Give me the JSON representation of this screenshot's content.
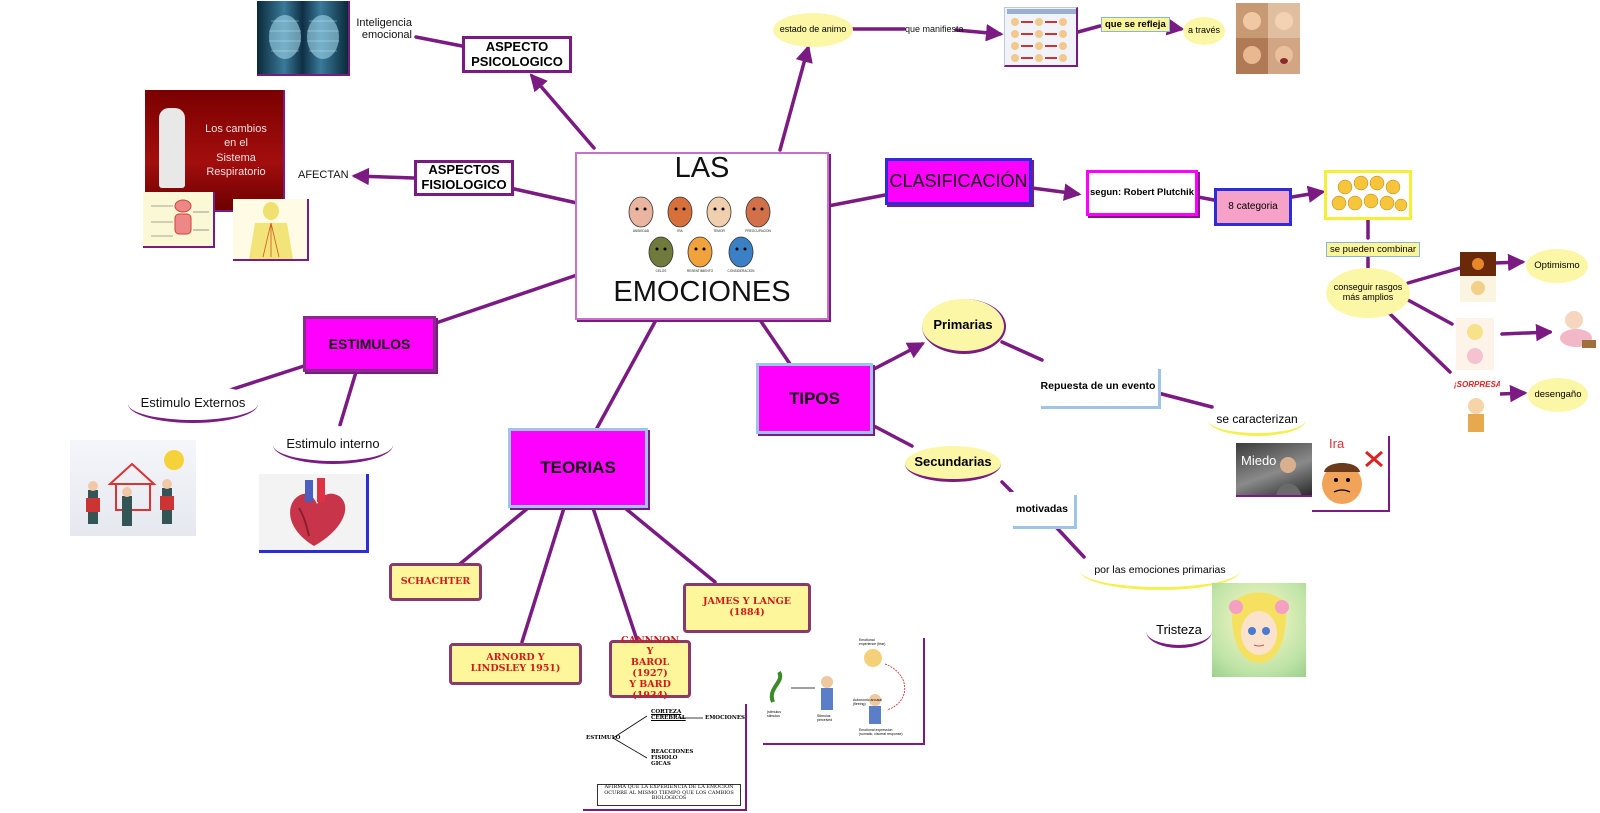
{
  "central": {
    "title_top": "LAS",
    "title_bottom": "EMOCIONES",
    "mask_labels": [
      "ANSIEDAD",
      "IRA",
      "TEMOR",
      "PREOCUPACION",
      "CELOS",
      "RESENTIMIENTO",
      "CONSIDERACION"
    ]
  },
  "nodes": {
    "aspecto_psicologico": "ASPECTO\nPSICOLOGICO",
    "aspectos_fisiologico": "ASPECTOS\nFISIOLOGICO",
    "estimulos": "ESTIMULOS",
    "teorias": "TEORIAS",
    "tipos": "TIPOS",
    "clasificacion": "CLASIFICACIÓN"
  },
  "labels": {
    "inteligencia_emocional": "Inteligencia\nemocional",
    "afectan": "AFECTAN",
    "estimulo_externos": "Estimulo Externos",
    "estimulo_interno": "Estimulo interno",
    "estado_de_animo": "estado de animo",
    "que_manifiesta": "que manifiesta",
    "que_se_refleja": "que se refleja",
    "a_traves": "a través",
    "segun_plutchik": "segun: Robert Plutchik",
    "ocho_categoria": "8 categoria",
    "se_pueden_combinar": "se pueden combinar",
    "conseguir_rasgos": "conseguir rasgos\nmás amplios",
    "optimismo": "Optimismo",
    "desengano": "desengaño",
    "primarias": "Primarias",
    "secundarias": "Secundarias",
    "repuesta_evento": "Repuesta de un evento",
    "se_caracterizan": "se caracterizan",
    "motivadas": "motivadas",
    "por_emociones_primarias": "por las emociones primarias",
    "tristeza": "Tristeza",
    "miedo": "Miedo",
    "ira": "Ira",
    "sorpresa": "¡SORPRESA!"
  },
  "theories": {
    "schachter": "SCHACHTER",
    "arnord": "ARNORD Y\nLINDSLEY 1951)",
    "cannon": "CANNNON\nY\nBAROL (1927)\nY BARD (1934)",
    "james_lange": "JAMES Y LANGE (1884)"
  },
  "images": {
    "respiratorio_text": "Los cambios\nen el\nSistema\nRespiratorio",
    "diagram_estimulo": "ESTIMULO",
    "diagram_corteza": "CORTEZA\nCEREBRAL",
    "diagram_emociones": "EMOCIONES",
    "diagram_reacciones": "REACCIONES\nFISIOLO\nGICAS",
    "diagram_caption": "AFIRMA QUE LA EXPERIENCIA DE LA EMOCION\nOCURRE AL MISMO TIEMPO QUE LOS CAMBIOS\nBIOLOGICOS",
    "jl_emotional_experience": "Emotional\nexperience (fear)",
    "jl_stimulus": "(stimulus\nstimulus",
    "jl_perceived": "Stimulus\nperceived",
    "jl_arousal": "Autonomic arousal\n(fleeing)",
    "jl_expression": "Emotional expression\n(somatic, visceral response)"
  },
  "colors": {
    "edge": "#7a1a82",
    "magenta": "#ff00ff",
    "yellow": "#fbf7a6",
    "theory_text": "#d21a1a",
    "theory_fill": "#fdf69a",
    "border_purple": "#7a1a82",
    "border_blue": "#2c2cd8"
  }
}
